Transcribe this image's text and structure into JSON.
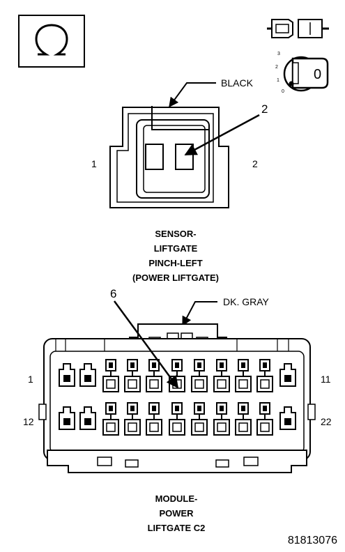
{
  "sensor_connector": {
    "wire_color": "BLACK",
    "pin_left": "1",
    "pin_right": "2",
    "callout_pin": "2",
    "caption": [
      "SENSOR-",
      "LIFTGATE",
      "PINCH-LEFT",
      "(POWER LIFTGATE)"
    ]
  },
  "module_connector": {
    "wire_color": "DK. GRAY",
    "callout_pin": "6",
    "pin_top_left": "1",
    "pin_top_right": "11",
    "pin_bottom_left": "12",
    "pin_bottom_right": "22",
    "caption": [
      "MODULE-",
      "POWER",
      "LIFTGATE C2"
    ]
  },
  "ignition_switch": {
    "positions": [
      "3",
      "2",
      "1",
      "0"
    ],
    "key_label": "0"
  },
  "reference_number": "81813076",
  "icons": [
    "ohm-meter-icon",
    "connector-disconnect-icon",
    "ignition-key-icon"
  ]
}
